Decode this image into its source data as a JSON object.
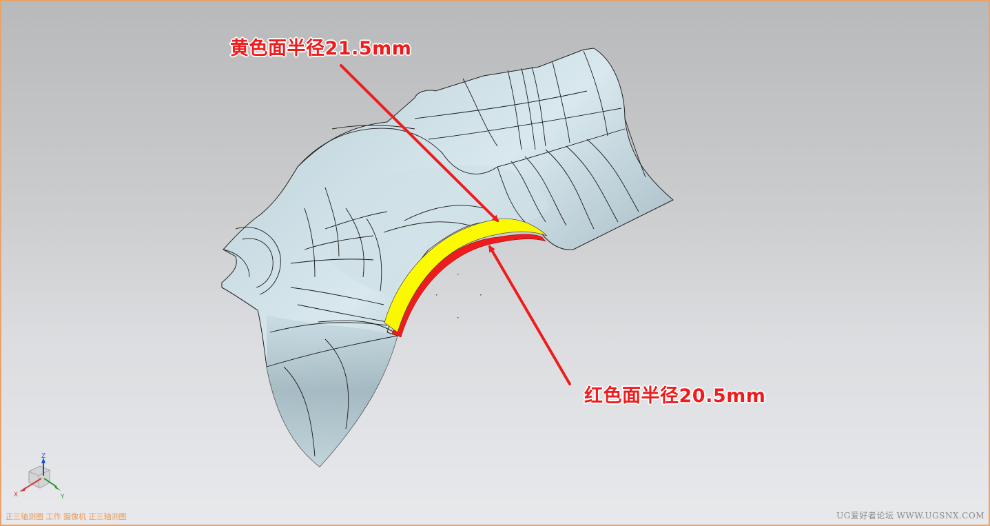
{
  "viewport": {
    "border_color": "#e8a36a",
    "background_top": "#b8b9bb",
    "background_bottom": "#e8e9ec"
  },
  "annotations": {
    "yellow_face": {
      "label": "黄色面半径21.5mm",
      "radius": "21.5mm",
      "color": "#ffff00"
    },
    "red_face": {
      "label": "红色面半径20.5mm",
      "radius": "20.5mm",
      "color": "#ee1c1c"
    }
  },
  "model": {
    "surface_color": "#c4d6dd",
    "edge_color": "#1a1a1a"
  },
  "triad": {
    "x_label": "X",
    "y_label": "Y",
    "z_label": "Z",
    "x_color": "#d23a3a",
    "y_color": "#2e9a3c",
    "z_color": "#1a4fc9"
  },
  "status_bar": {
    "view_text": "正三轴测图 工作 摄像机 正三轴测图",
    "watermark": "UG爱好者论坛 WWW.UGSNX.COM"
  }
}
